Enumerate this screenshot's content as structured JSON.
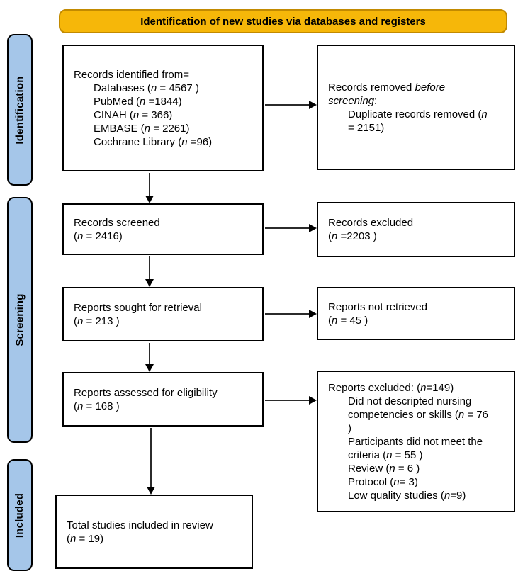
{
  "banner": {
    "label": "Identification of new studies via databases and registers"
  },
  "sidebar": {
    "items": [
      {
        "label": "Identification"
      },
      {
        "label": "Screening"
      },
      {
        "label": "Included"
      }
    ]
  },
  "colors": {
    "banner_fill": "#F6B709",
    "banner_border": "#C28A00",
    "stage_fill": "#A5C6E9",
    "stage_border": "#000000",
    "box_border": "#000000",
    "arrow": "#000000"
  },
  "boxes": {
    "records_identified": {
      "lines": [
        {
          "indent": 0,
          "seg": [
            {
              "t": "Records identified from="
            }
          ]
        },
        {
          "indent": 1,
          "seg": [
            {
              "t": "Databases ("
            },
            {
              "t": "n",
              "i": true
            },
            {
              "t": " = 4567 )"
            }
          ]
        },
        {
          "indent": 1,
          "seg": [
            {
              "t": "PubMed ("
            },
            {
              "t": "n",
              "i": true
            },
            {
              "t": " =1844)"
            }
          ]
        },
        {
          "indent": 1,
          "seg": [
            {
              "t": "CINAH ("
            },
            {
              "t": "n",
              "i": true
            },
            {
              "t": " = 366)"
            }
          ]
        },
        {
          "indent": 1,
          "seg": [
            {
              "t": "EMBASE ("
            },
            {
              "t": "n",
              "i": true
            },
            {
              "t": " = 2261)"
            }
          ]
        },
        {
          "indent": 1,
          "seg": [
            {
              "t": "Cochrane Library ("
            },
            {
              "t": "n",
              "i": true
            },
            {
              "t": " =96)"
            }
          ]
        }
      ]
    },
    "records_removed": {
      "lines": [
        {
          "indent": 0,
          "seg": [
            {
              "t": "Records removed "
            },
            {
              "t": "before",
              "i": true
            }
          ]
        },
        {
          "indent": 0,
          "seg": [
            {
              "t": "screening",
              "i": true
            },
            {
              "t": ":"
            }
          ]
        },
        {
          "indent": 1,
          "seg": [
            {
              "t": "Duplicate records removed ("
            },
            {
              "t": "n",
              "i": true
            }
          ]
        },
        {
          "indent": 1,
          "seg": [
            {
              "t": "= 2151)"
            }
          ]
        }
      ]
    },
    "records_screened": {
      "lines": [
        {
          "indent": 0,
          "seg": [
            {
              "t": "Records screened"
            }
          ]
        },
        {
          "indent": 0,
          "seg": [
            {
              "t": "("
            },
            {
              "t": "n",
              "i": true
            },
            {
              "t": " = 2416)"
            }
          ]
        }
      ]
    },
    "records_excluded": {
      "lines": [
        {
          "indent": 0,
          "seg": [
            {
              "t": "Records excluded"
            }
          ]
        },
        {
          "indent": 0,
          "seg": [
            {
              "t": "("
            },
            {
              "t": "n",
              "i": true
            },
            {
              "t": " =2203 )"
            }
          ]
        }
      ]
    },
    "reports_sought": {
      "lines": [
        {
          "indent": 0,
          "seg": [
            {
              "t": "Reports sought for retrieval"
            }
          ]
        },
        {
          "indent": 0,
          "seg": [
            {
              "t": "("
            },
            {
              "t": "n",
              "i": true
            },
            {
              "t": " = 213 )"
            }
          ]
        }
      ]
    },
    "reports_not_retrieved": {
      "lines": [
        {
          "indent": 0,
          "seg": [
            {
              "t": "Reports not retrieved"
            }
          ]
        },
        {
          "indent": 0,
          "seg": [
            {
              "t": "("
            },
            {
              "t": "n",
              "i": true
            },
            {
              "t": " = 45 )"
            }
          ]
        }
      ]
    },
    "reports_assessed": {
      "lines": [
        {
          "indent": 0,
          "seg": [
            {
              "t": "Reports assessed for eligibility"
            }
          ]
        },
        {
          "indent": 0,
          "seg": [
            {
              "t": "("
            },
            {
              "t": "n",
              "i": true
            },
            {
              "t": " = 168 )"
            }
          ]
        }
      ]
    },
    "reports_excluded": {
      "lines": [
        {
          "indent": 0,
          "seg": [
            {
              "t": "Reports excluded: ("
            },
            {
              "t": "n",
              "i": true
            },
            {
              "t": "=149)"
            }
          ]
        },
        {
          "indent": 1,
          "seg": [
            {
              "t": "Did not descripted nursing"
            }
          ]
        },
        {
          "indent": 1,
          "seg": [
            {
              "t": "competencies or skills ("
            },
            {
              "t": "n",
              "i": true
            },
            {
              "t": " = 76"
            }
          ]
        },
        {
          "indent": 1,
          "seg": [
            {
              "t": ")"
            }
          ]
        },
        {
          "indent": 1,
          "seg": [
            {
              "t": "Participants did not meet the"
            }
          ]
        },
        {
          "indent": 1,
          "seg": [
            {
              "t": "criteria ("
            },
            {
              "t": "n",
              "i": true
            },
            {
              "t": " = 55 )"
            }
          ]
        },
        {
          "indent": 1,
          "seg": [
            {
              "t": "Review ("
            },
            {
              "t": "n",
              "i": true
            },
            {
              "t": " = 6 )"
            }
          ]
        },
        {
          "indent": 1,
          "seg": [
            {
              "t": "Protocol ("
            },
            {
              "t": "n",
              "i": true
            },
            {
              "t": "= 3)"
            }
          ]
        },
        {
          "indent": 1,
          "seg": [
            {
              "t": "Low quality studies ("
            },
            {
              "t": "n",
              "i": true
            },
            {
              "t": "=9)"
            }
          ]
        }
      ]
    },
    "total_included": {
      "lines": [
        {
          "indent": 0,
          "seg": [
            {
              "t": "Total studies included in review"
            }
          ]
        },
        {
          "indent": 0,
          "seg": [
            {
              "t": "("
            },
            {
              "t": "n",
              "i": true
            },
            {
              "t": " = 19)"
            }
          ]
        }
      ]
    }
  }
}
